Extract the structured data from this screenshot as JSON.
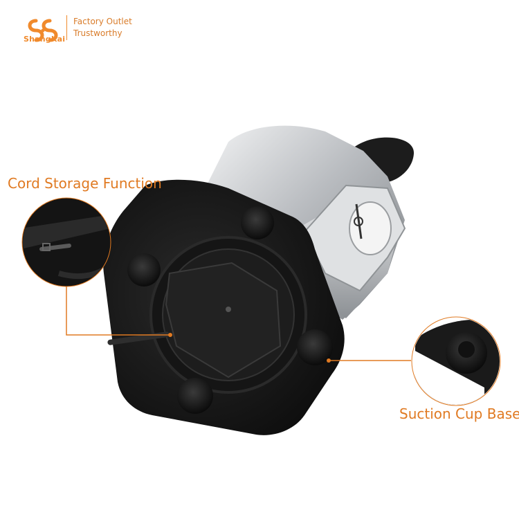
{
  "brand": {
    "name": "ShangKai",
    "tagline_1": "Factory Outlet",
    "tagline_2": "Trustworthy",
    "accent_color": "#f08a2c",
    "logo_icon": "shangkai-logo-icon"
  },
  "callouts": {
    "cord_storage": "Cord Storage Function",
    "suction_base": "Suction Cup Base",
    "line_color": "#e07a22"
  },
  "product": {
    "subject": "product-photo-appliance-base",
    "colors": {
      "body": "#1a1a1a",
      "metal": "#c8cacd"
    }
  }
}
